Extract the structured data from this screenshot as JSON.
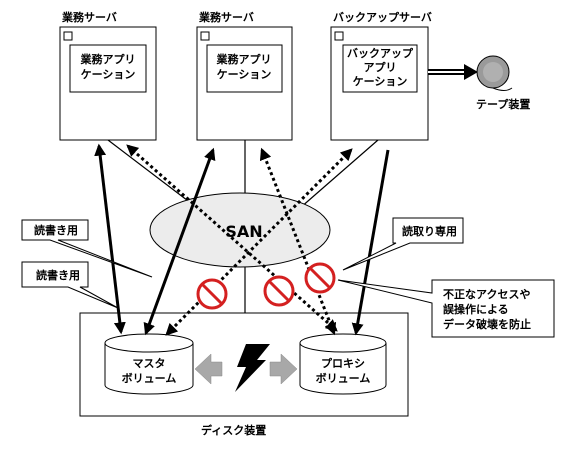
{
  "servers": [
    {
      "title": "業務サーバ",
      "app_lines": [
        "業務アプリ",
        "ケーション"
      ]
    },
    {
      "title": "業務サーバ",
      "app_lines": [
        "業務アプリ",
        "ケーション"
      ]
    },
    {
      "title": "バックアップサーバ",
      "app_lines": [
        "バックアップ",
        "アプリ",
        "ケーション"
      ]
    }
  ],
  "tape": {
    "label": "テープ装置"
  },
  "san": {
    "label": "SAN"
  },
  "disk": {
    "label": "ディスク装置"
  },
  "master": {
    "lines": [
      "マスタ",
      "ボリューム"
    ]
  },
  "proxy": {
    "lines": [
      "プロキシ",
      "ボリューム"
    ]
  },
  "callouts": {
    "rw_upper": "読書き用",
    "rw_lower": "読書き用",
    "readonly": "読取り専用",
    "note": [
      "不正なアクセスや",
      "誤操作による",
      "データ破壊を防止"
    ]
  }
}
